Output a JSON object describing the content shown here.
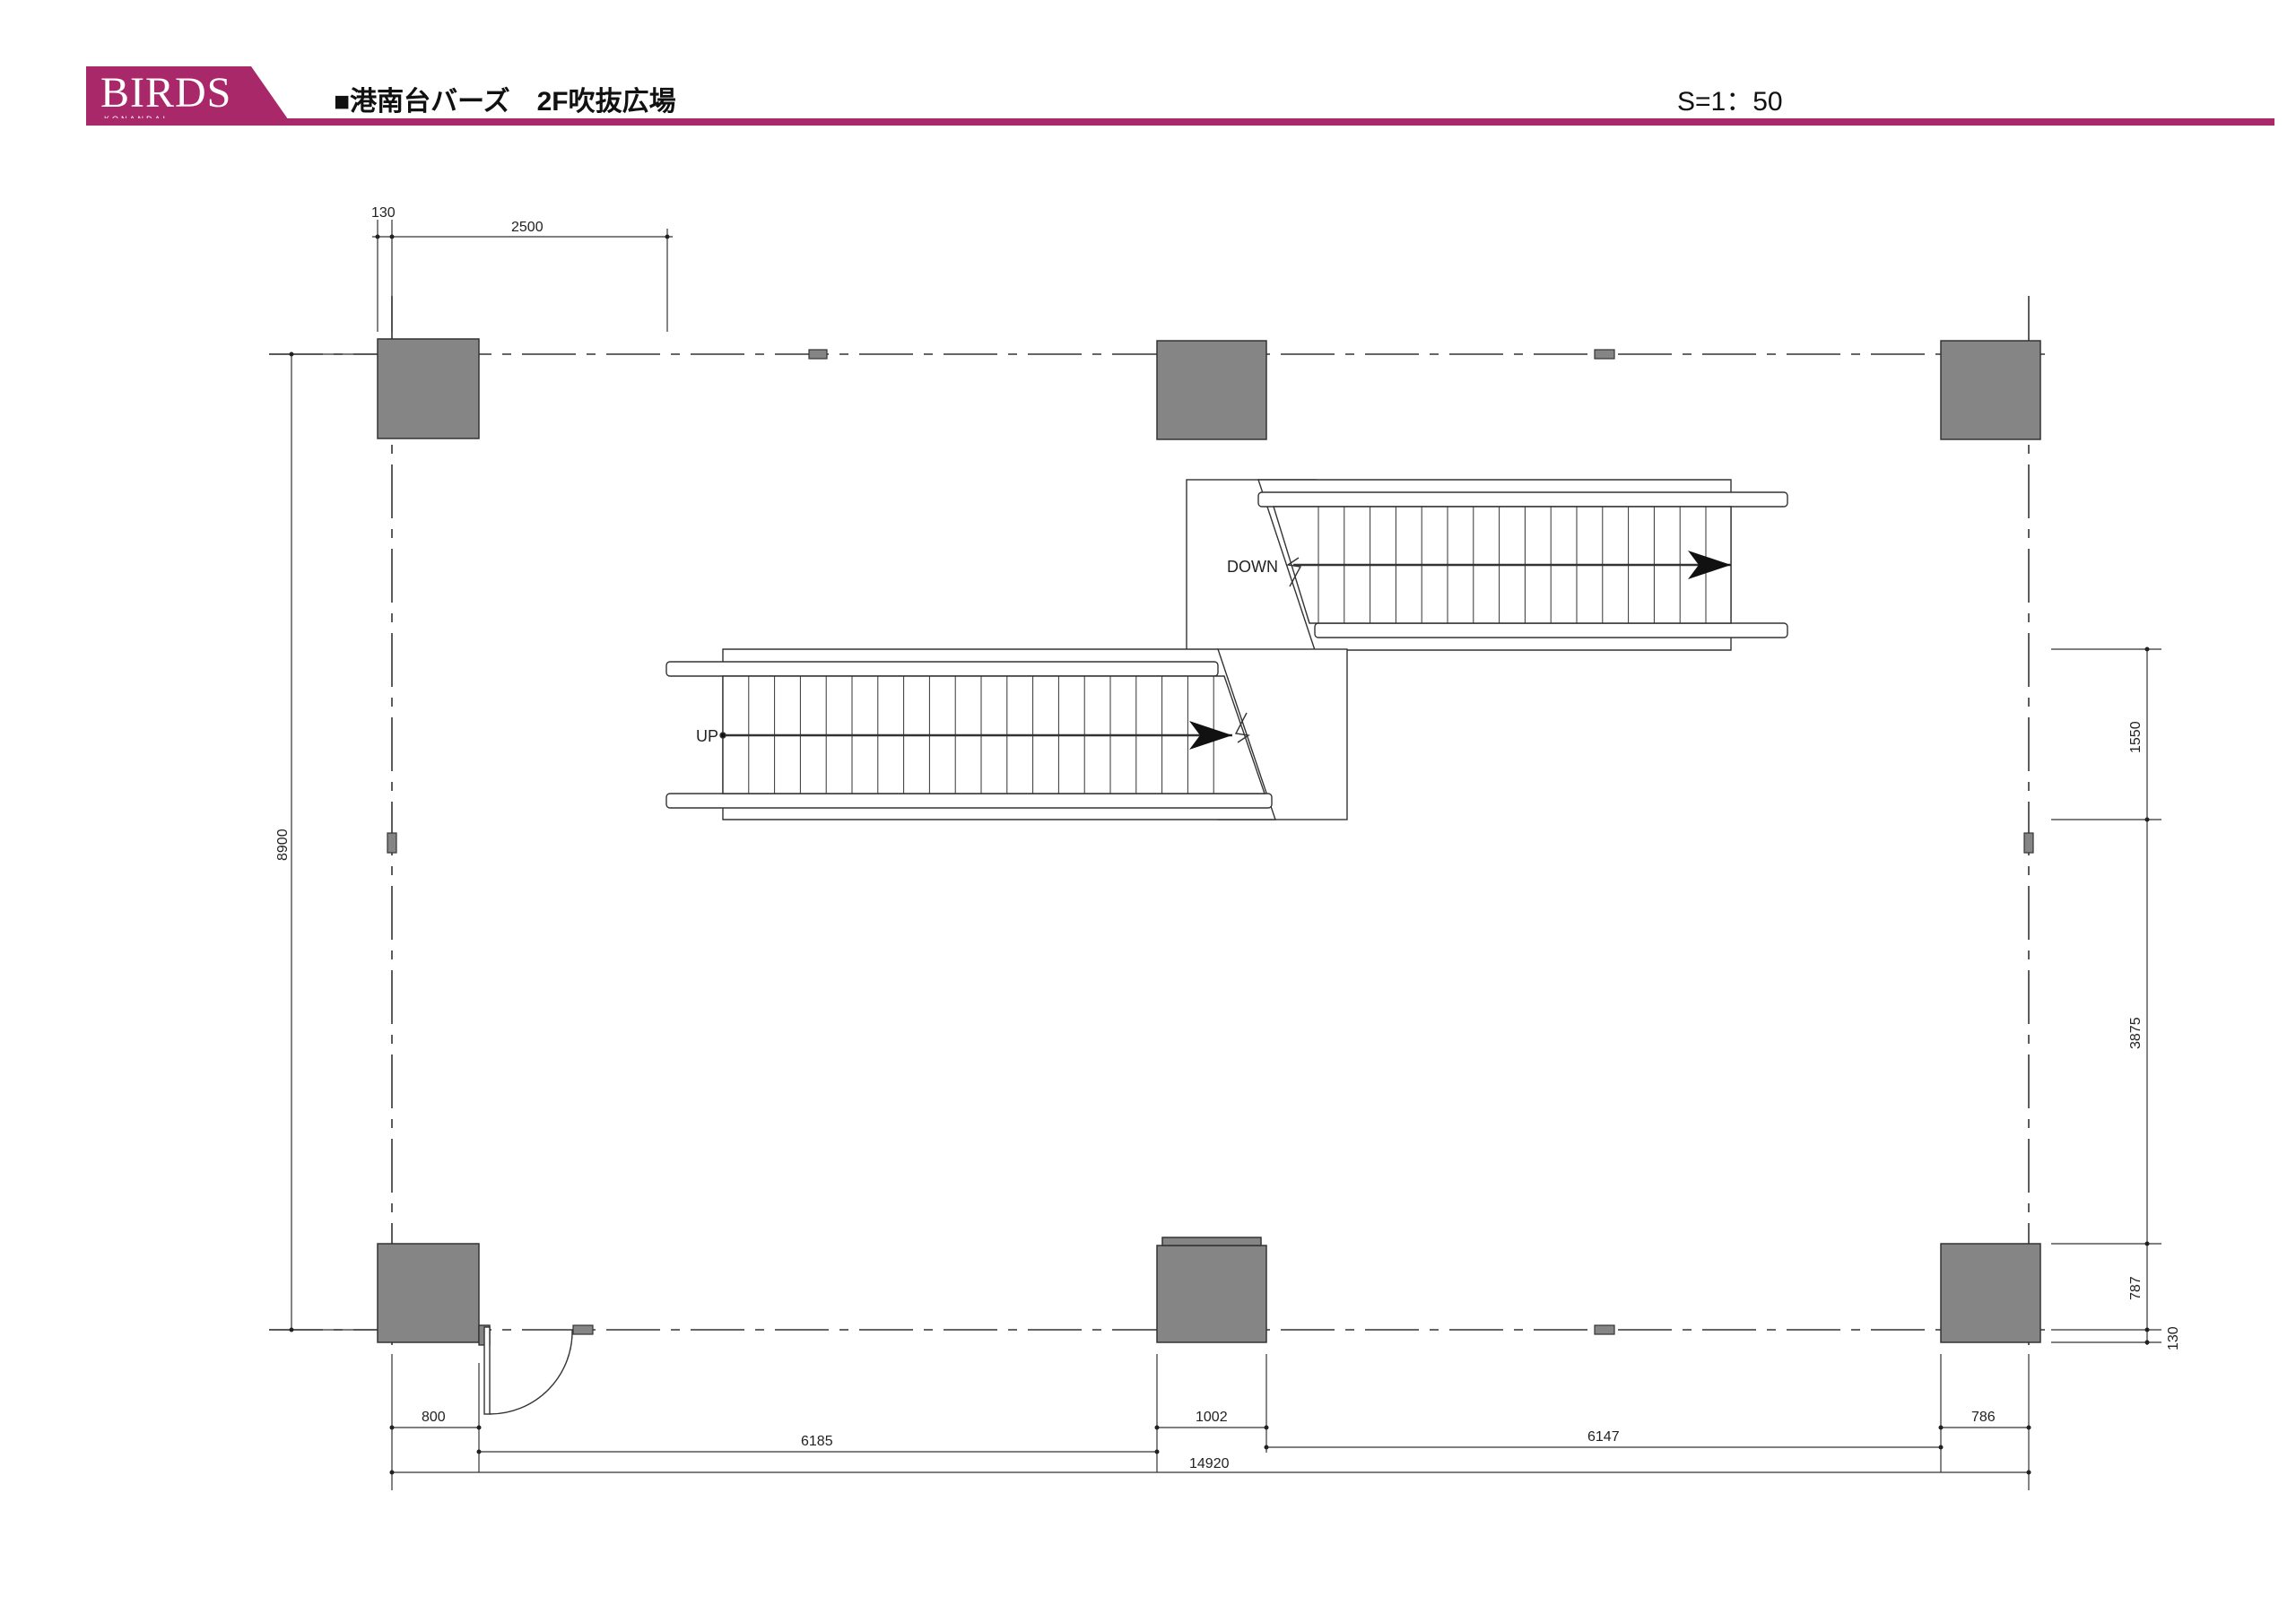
{
  "header": {
    "logo_text": "BIRDS",
    "logo_subtext": "KONANDAI",
    "title": "■港南台バーズ　2F吹抜広場",
    "scale": "S=1：50"
  },
  "colors": {
    "brand": "#a8286a",
    "column_fill": "#858585",
    "line": "#333333"
  },
  "plan": {
    "labels": {
      "escalator_down": "DOWN",
      "escalator_up": "UP"
    },
    "dimensions": {
      "top_offset": "130",
      "top_span": "2500",
      "left_height": "8900",
      "right_1": "1550",
      "right_2": "3875",
      "right_3": "787",
      "right_4": "130",
      "bottom_1": "800",
      "bottom_2": "6185",
      "bottom_3": "1002",
      "bottom_4": "6147",
      "bottom_5": "786",
      "bottom_total": "14920"
    }
  }
}
